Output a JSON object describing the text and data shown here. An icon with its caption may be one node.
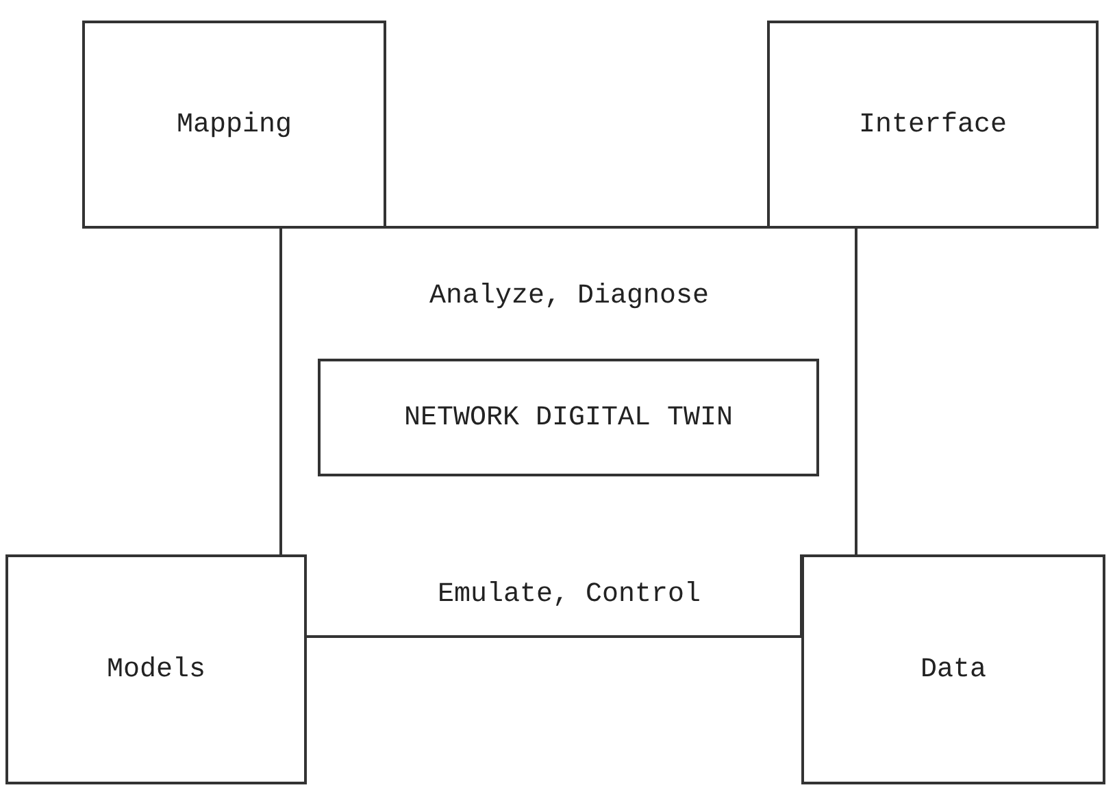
{
  "diagram": {
    "nodes": [
      {
        "text": [
          "Mapping"
        ]
      },
      {
        "text": [
          "Interface"
        ]
      },
      {
        "text": [
          "Analyze, Diagnose",
          "Emulate, Control"
        ]
      },
      {
        "text": [
          "NETWORK DIGITAL TWIN"
        ],
        "in": 2
      },
      {
        "text": [
          "Models"
        ]
      },
      {
        "text": [
          "Data"
        ]
      }
    ],
    "edges": []
  }
}
